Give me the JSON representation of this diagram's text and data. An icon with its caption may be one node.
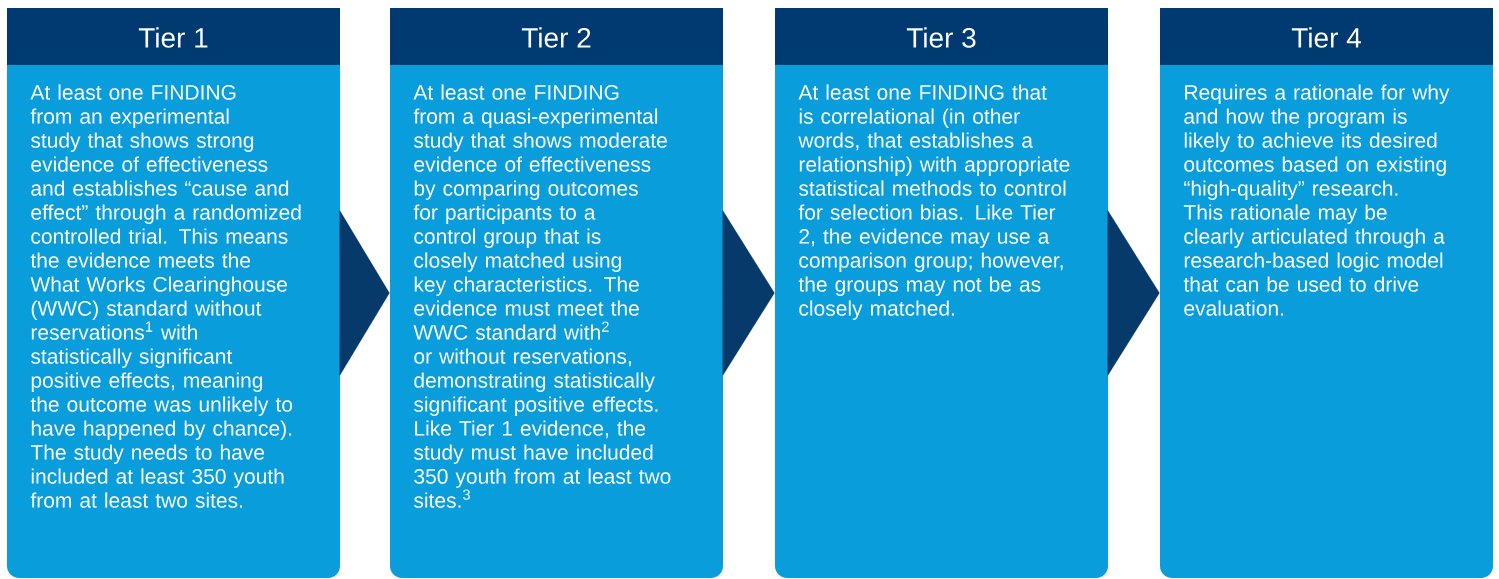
{
  "diagram": {
    "nodes": [
      {
        "text": [
          "Tier 1",
          "At least one FINDING from an experimental study that shows strong evidence of effectiveness and establishes “cause and effect” through a randomized controlled trial. This means the evidence meets the What Works Clearinghouse (WWC) standard without reservations$^{1}$ with statistically significant positive effects, meaning the outcome was unlikely to have happened by chance). The study needs to have included at least 350 youth from at least two sites."
        ]
      },
      {
        "text": [
          "Tier 2",
          "At least one FINDING from a quasi-experimental study that shows moderate evidence of effectiveness by comparing outcomes for participants to a control group that is closely matched using key characteristics. The evidence must meet the WWC standard with$^{2}$ or without reservations, demonstrating statistically significant positive effects. Like Tier 1 evidence, the study must have included 350 youth from at least two sites.$^{3}$"
        ]
      },
      {
        "text": [
          "Tier 3",
          "At least one FINDING that is correlational (in other words, that establishes a relationship) with appropriate statistical methods to control for selection bias. Like Tier 2, the evidence may use a comparison group; however, the groups may not be as closely matched."
        ]
      },
      {
        "text": [
          "Tier 4",
          "Requires a rationale for why and how the program is likely to achieve its desired outcomes based on existing “high-quality” research. This rationale may be clearly articulated through a research-based logic model that can be used to drive evaluation."
        ]
      }
    ],
    "edges": [
      {
        "from": 0,
        "to": 1,
        "arrow": "to"
      },
      {
        "from": 1,
        "to": 2,
        "arrow": "to"
      },
      {
        "from": 2,
        "to": 3,
        "arrow": "to"
      }
    ]
  }
}
